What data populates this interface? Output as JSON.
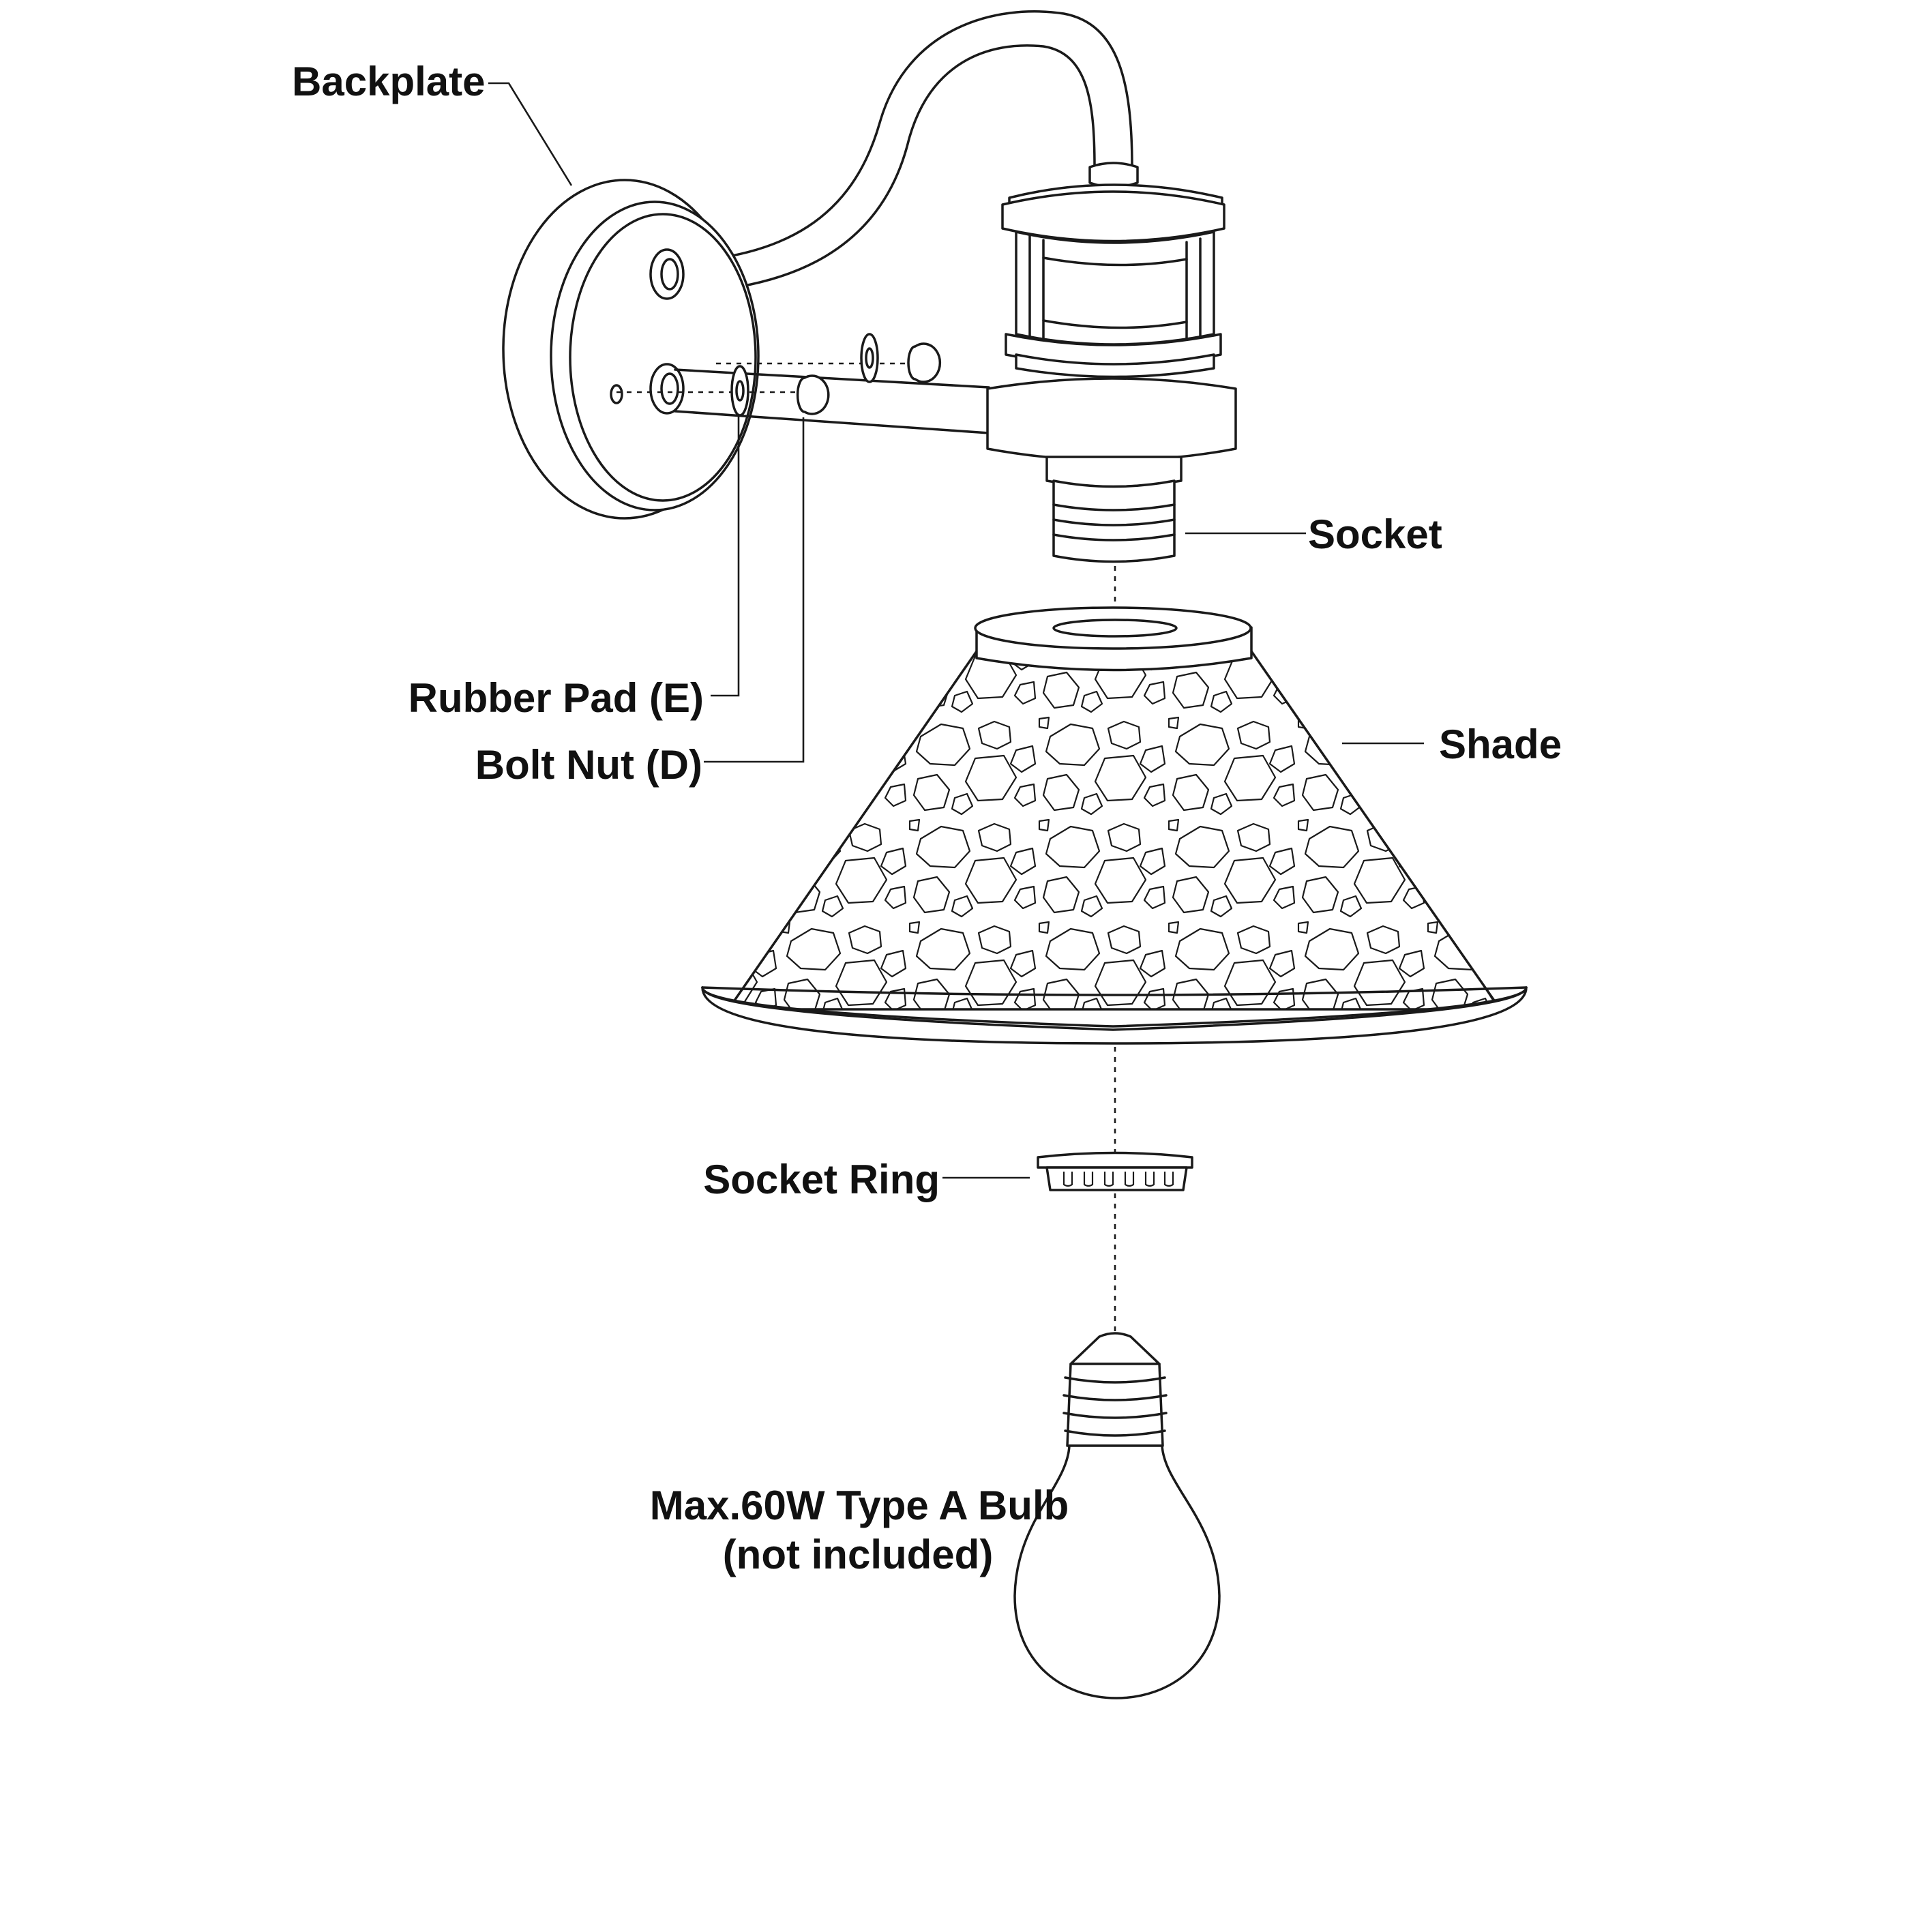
{
  "labels": {
    "backplate": "Backplate",
    "socket": "Socket",
    "rubber_pad": "Rubber Pad (E)",
    "bolt_nut": "Bolt Nut (D)",
    "shade": "Shade",
    "socket_ring": "Socket Ring",
    "bulb_line1": "Max.60W Type A Bulb",
    "bulb_line2": "(not included)"
  },
  "colors": {
    "line": "#1a1a1a",
    "text": "#111111",
    "background": "#ffffff"
  }
}
